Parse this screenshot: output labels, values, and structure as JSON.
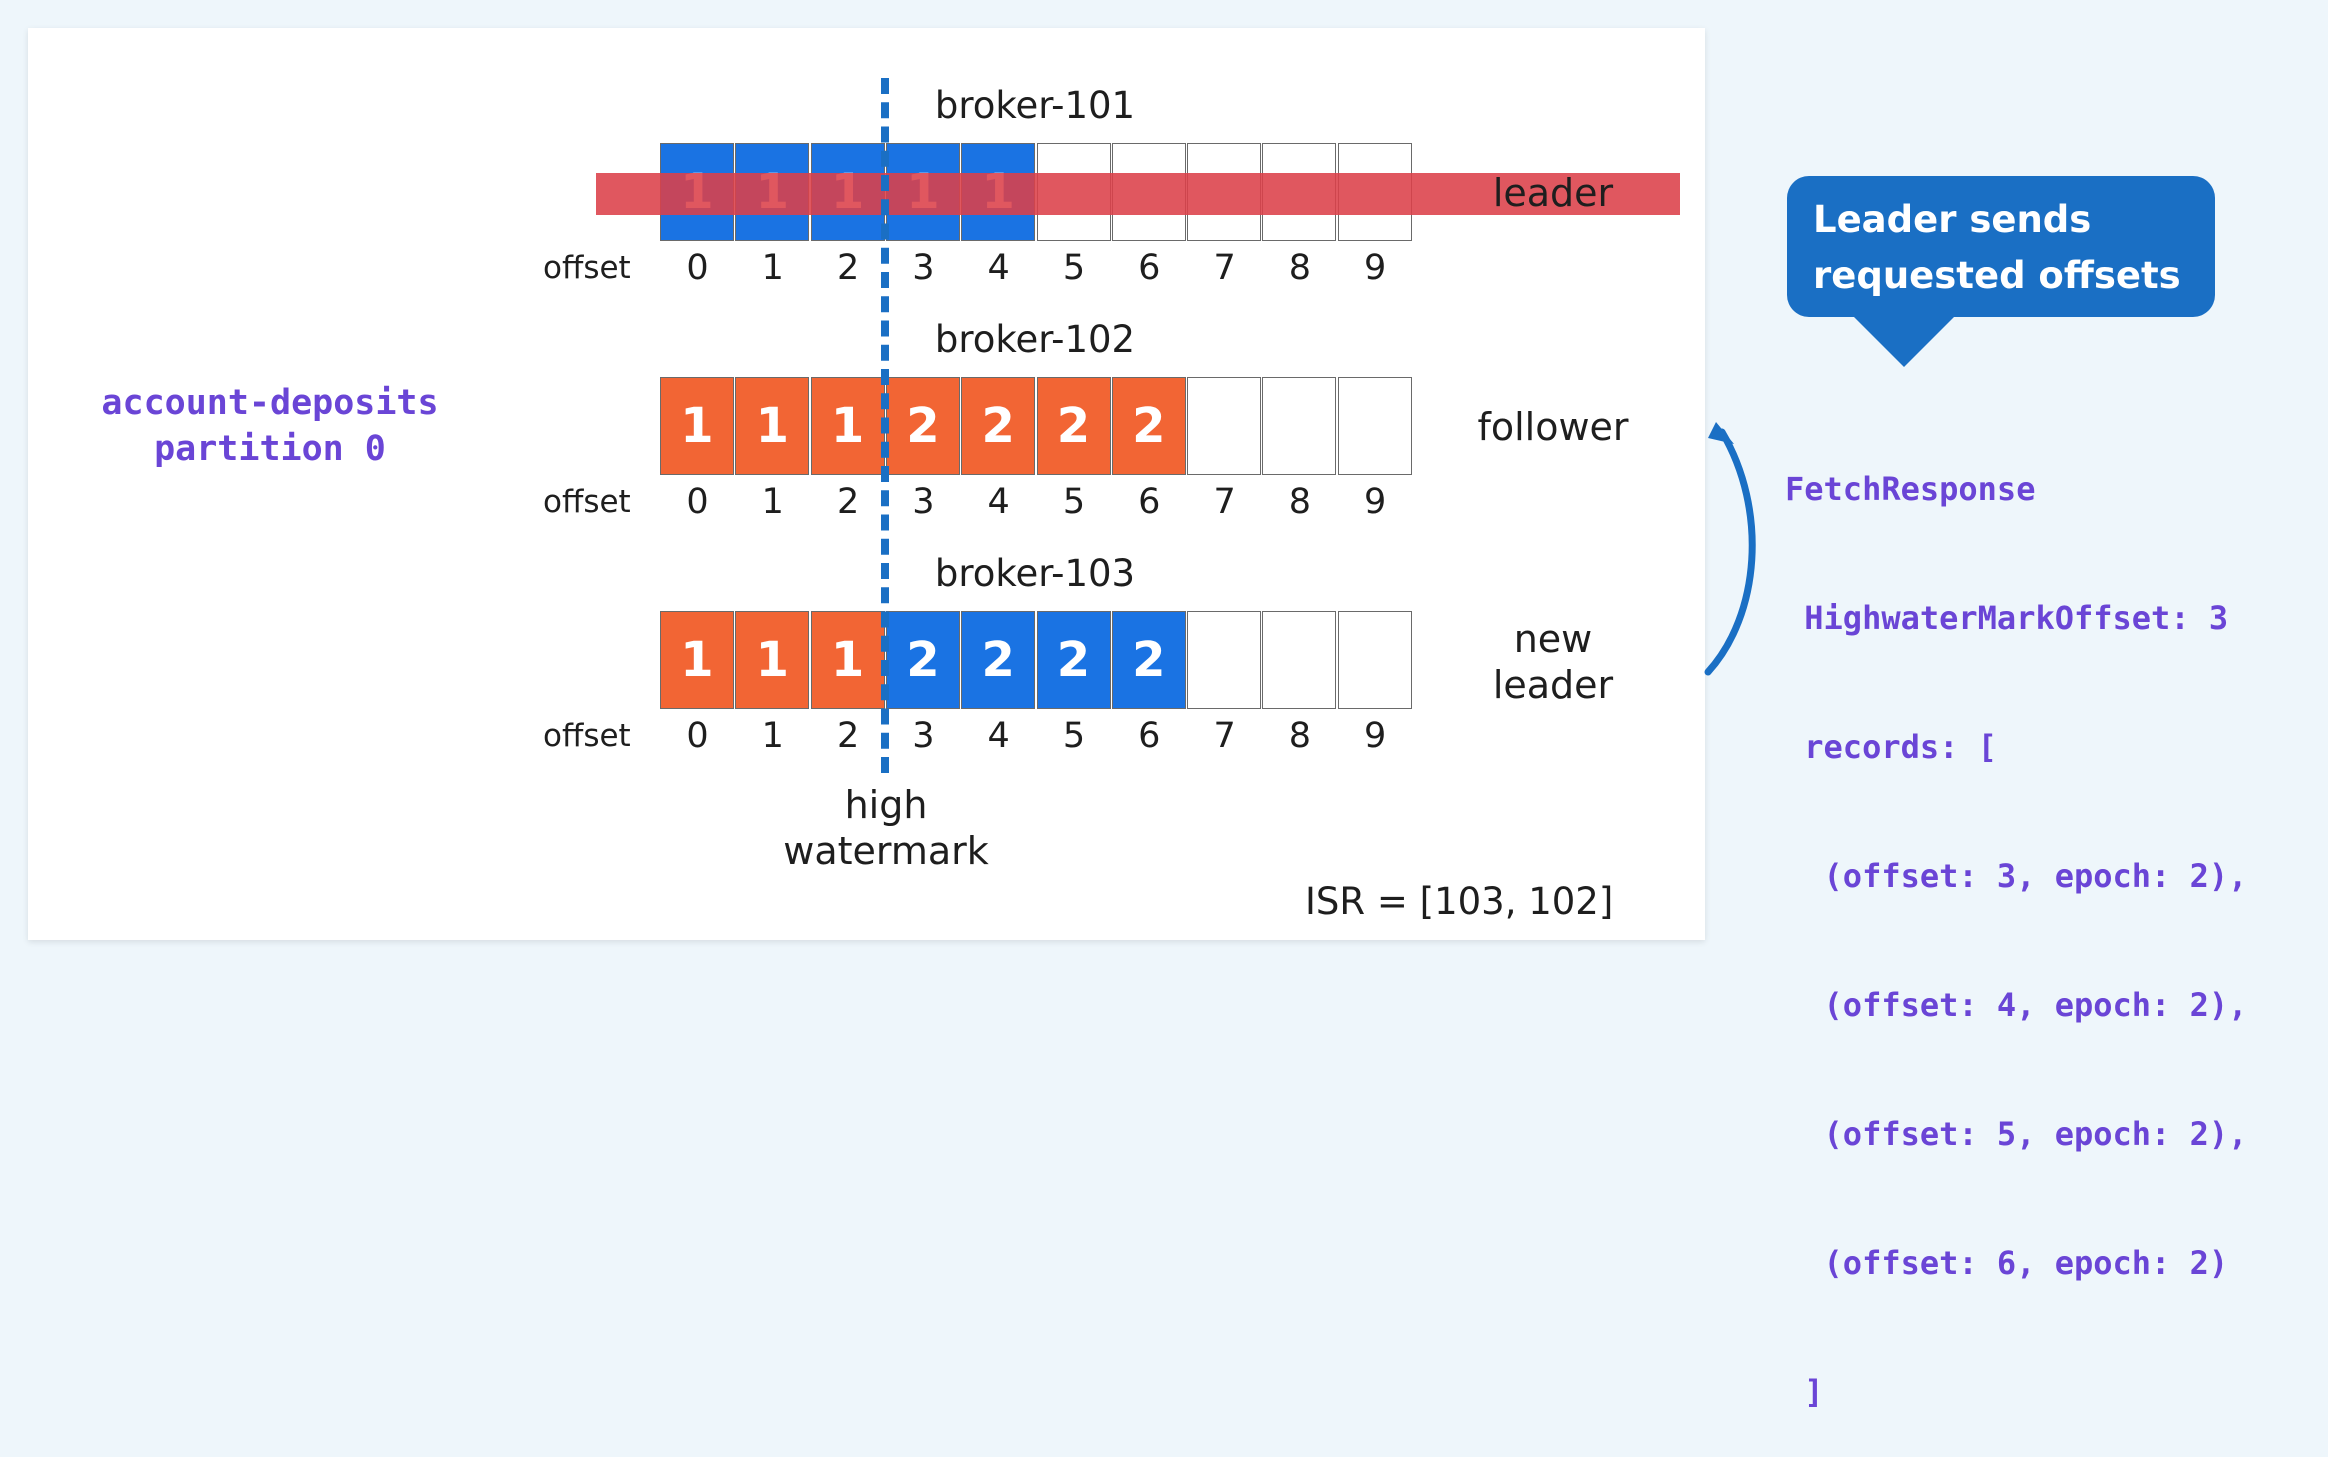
{
  "topic": {
    "line1": "account-deposits",
    "line2": "partition 0"
  },
  "offset_label": "offset",
  "offsets": [
    "0",
    "1",
    "2",
    "3",
    "4",
    "5",
    "6",
    "7",
    "8",
    "9"
  ],
  "brokers": [
    {
      "title": "broker-101",
      "role": "leader",
      "cells": [
        {
          "value": "1",
          "color": "c2"
        },
        {
          "value": "1",
          "color": "c2"
        },
        {
          "value": "1",
          "color": "c2"
        },
        {
          "value": "1",
          "color": "c2"
        },
        {
          "value": "1",
          "color": "c2"
        },
        {
          "value": "",
          "color": "empty"
        },
        {
          "value": "",
          "color": "empty"
        },
        {
          "value": "",
          "color": "empty"
        },
        {
          "value": "",
          "color": "empty"
        },
        {
          "value": "",
          "color": "empty"
        }
      ]
    },
    {
      "title": "broker-102",
      "role": "follower",
      "cells": [
        {
          "value": "1",
          "color": "c1"
        },
        {
          "value": "1",
          "color": "c1"
        },
        {
          "value": "1",
          "color": "c1"
        },
        {
          "value": "2",
          "color": "c1"
        },
        {
          "value": "2",
          "color": "c1"
        },
        {
          "value": "2",
          "color": "c1"
        },
        {
          "value": "2",
          "color": "c1"
        },
        {
          "value": "",
          "color": "empty"
        },
        {
          "value": "",
          "color": "empty"
        },
        {
          "value": "",
          "color": "empty"
        }
      ]
    },
    {
      "title": "broker-103",
      "role_line1": "new",
      "role_line2": "leader",
      "cells": [
        {
          "value": "1",
          "color": "c1"
        },
        {
          "value": "1",
          "color": "c1"
        },
        {
          "value": "1",
          "color": "c1"
        },
        {
          "value": "2",
          "color": "c2"
        },
        {
          "value": "2",
          "color": "c2"
        },
        {
          "value": "2",
          "color": "c2"
        },
        {
          "value": "2",
          "color": "c2"
        },
        {
          "value": "",
          "color": "empty"
        },
        {
          "value": "",
          "color": "empty"
        },
        {
          "value": "",
          "color": "empty"
        }
      ]
    }
  ],
  "high_watermark": {
    "line1": "high",
    "line2": "watermark"
  },
  "isr": "ISR = [103, 102]",
  "callout": {
    "line1": "Leader sends",
    "line2": "requested offsets"
  },
  "fetch_response": {
    "line1": "FetchResponse",
    "line2": " HighwaterMarkOffset: 3",
    "line3": " records: [",
    "line4": "  (offset: 3, epoch: 2),",
    "line5": "  (offset: 4, epoch: 2),",
    "line6": "  (offset: 5, epoch: 2),",
    "line7": "  (offset: 6, epoch: 2)",
    "line8": " ]"
  },
  "colors": {
    "epoch1_orange": "#f26534",
    "epoch2_blue": "#1a73e3",
    "strike_red": "#dc4049",
    "watermark_blue": "#1a6fc4",
    "code_purple": "#6a45d6"
  }
}
